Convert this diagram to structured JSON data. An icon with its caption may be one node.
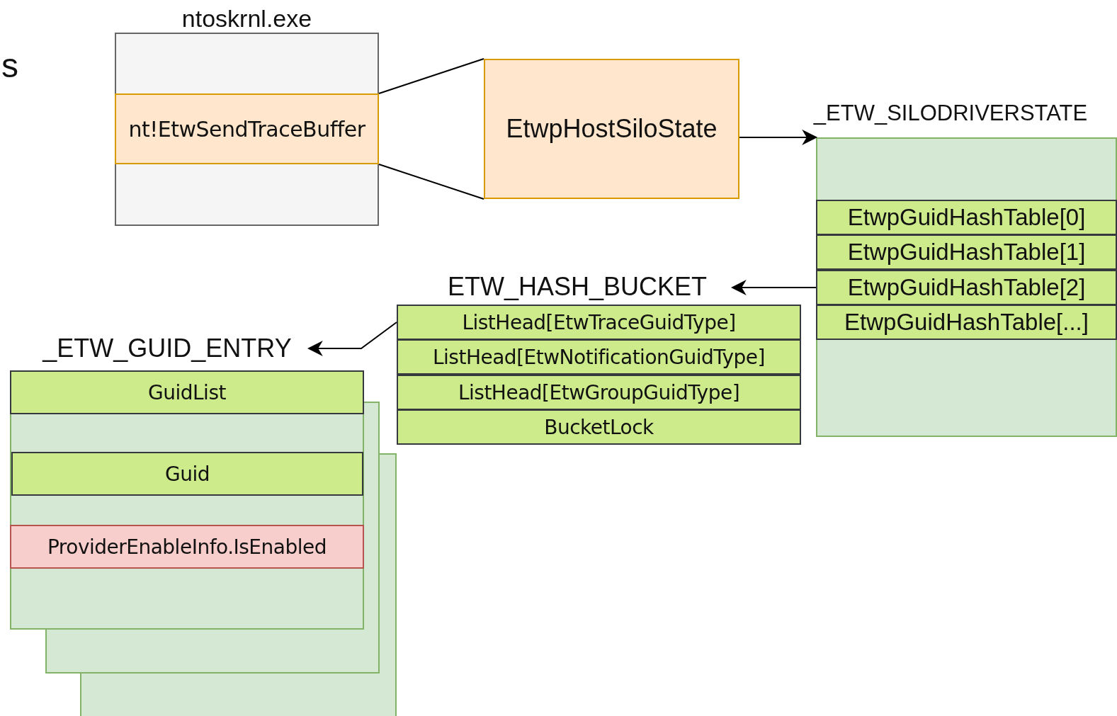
{
  "diagram": {
    "nodes": [
      {
        "text": [
          "ntoskrnl.exe"
        ]
      },
      {
        "text": [
          "nt!EtwSendTraceBuffer"
        ],
        "in": 0
      },
      {
        "text": [
          "EtwpHostSiloState"
        ]
      },
      {
        "text": [
          "_ETW_SILODRIVERSTATE"
        ]
      },
      {
        "text": [
          "EtwpGuidHashTable[0]"
        ],
        "in": 3
      },
      {
        "text": [
          "EtwpGuidHashTable[1]"
        ],
        "in": 3
      },
      {
        "text": [
          "EtwpGuidHashTable[2]"
        ],
        "in": 3
      },
      {
        "text": [
          "EtwpGuidHashTable[...]"
        ],
        "in": 3
      },
      {
        "text": [
          "ETW_HASH_BUCKET"
        ]
      },
      {
        "text": [
          "ListHead[EtwTraceGuidType]"
        ],
        "in": 8
      },
      {
        "text": [
          "ListHead[EtwNotificationGuidType]"
        ],
        "in": 8
      },
      {
        "text": [
          "ListHead[EtwGroupGuidType]"
        ],
        "in": 8
      },
      {
        "text": [
          "BucketLock"
        ],
        "in": 8
      },
      {
        "text": [
          "_ETW_GUID_ENTRY"
        ]
      },
      {
        "text": [
          "GuidList"
        ],
        "in": 13
      },
      {
        "text": [
          "Guid"
        ],
        "in": 13
      },
      {
        "text": [
          "ProviderEnableInfo.IsEnabled"
        ],
        "in": 13
      },
      {
        "text": [],
        "shape": "box"
      },
      {
        "text": [],
        "shape": "box"
      }
    ],
    "edges": [
      {
        "from": 1,
        "to": 2,
        "arrow": "none"
      },
      {
        "from": 1,
        "to": 2,
        "arrow": "none"
      },
      {
        "from": 2,
        "to": 3,
        "arrow": "to"
      },
      {
        "from": 6,
        "to": 8,
        "arrow": "to"
      },
      {
        "from": 9,
        "to": 13,
        "arrow": "to"
      }
    ],
    "labels": [
      "s"
    ]
  }
}
